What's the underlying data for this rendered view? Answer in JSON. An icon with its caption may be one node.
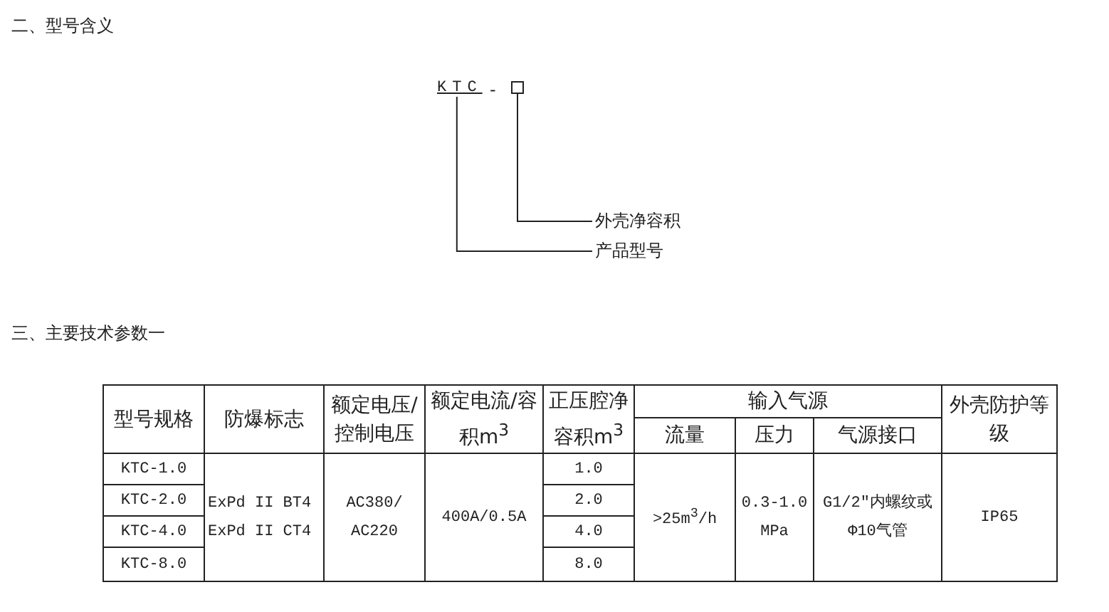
{
  "diagram": {
    "nodes": [
      {
        "text": [
          "KTC"
        ]
      },
      {
        "text": [],
        "shape": "box"
      },
      {
        "text": [
          "外壳净容积"
        ]
      },
      {
        "text": [
          "产品型号"
        ]
      }
    ],
    "edges": [
      {
        "from": 1,
        "to": 2,
        "arrow": "none"
      },
      {
        "from": 0,
        "to": 3,
        "arrow": "none"
      }
    ],
    "labels": [
      "二、型号含义",
      "-",
      "三、主要技术参数一",
      "型号规格",
      "防爆标志",
      "额定电压/控制电压",
      "额定电流/容积m$^{3}$",
      "正压腔净容积m$^{3}$",
      "输入气源",
      "外壳防护等级",
      "流量",
      "压力",
      "气源接口",
      "KTC-1.0",
      "ExPd II BT4 ExPd II CT4",
      "AC380/ AC220",
      "400A/0.5A",
      "1.0",
      ">25m$^{3}$/h",
      "0.3-1.0 MPa",
      "G1/2″内螺纹或Φ10气管",
      "IP65",
      "KTC-2.0",
      "2.0",
      "KTC-4.0",
      "4.0",
      "KTC-8.0",
      "8.0"
    ]
  }
}
